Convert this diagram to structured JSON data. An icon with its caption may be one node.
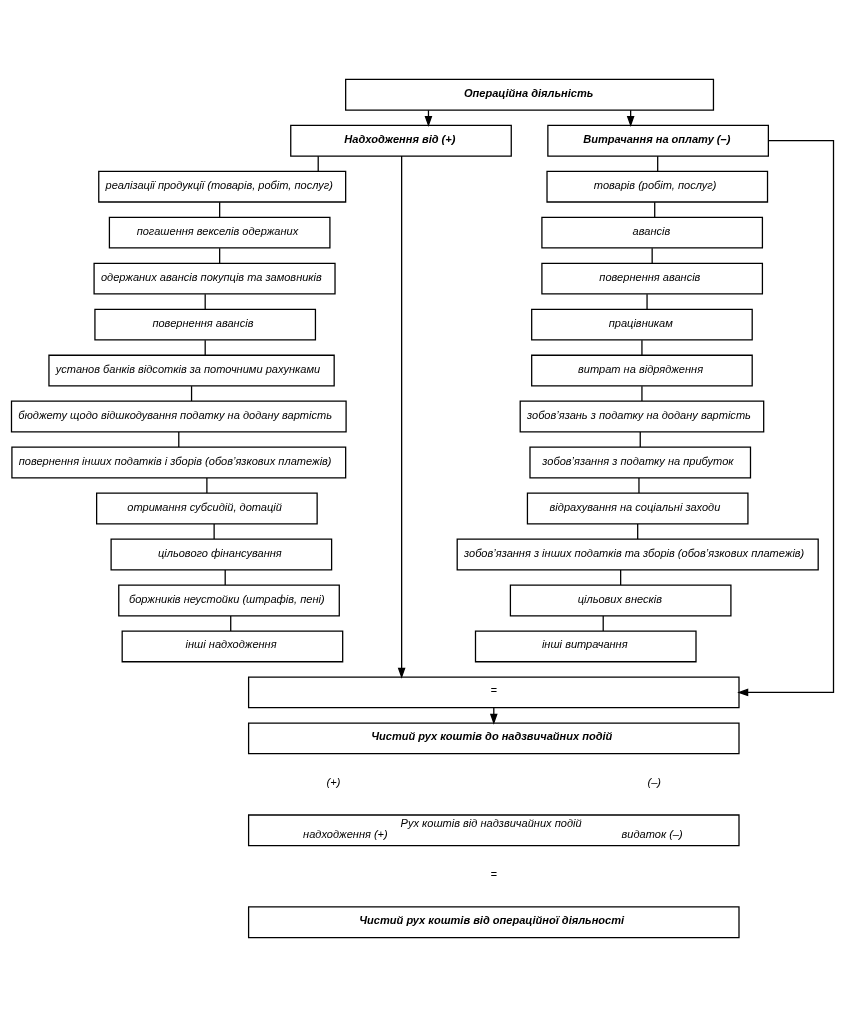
{
  "diagram": {
    "nodes": [
      {
        "text": [
          "Операційна діяльність"
        ]
      },
      {
        "text": [
          "Надходження від (+)"
        ]
      },
      {
        "text": [
          "Витрачання на оплату (–)"
        ]
      },
      {
        "text": [
          "реалізації продукції (товарів, робіт, послуг)"
        ]
      },
      {
        "text": [
          "погашення векселів одержаних"
        ]
      },
      {
        "text": [
          "одержаних авансів покупців та замовників"
        ]
      },
      {
        "text": [
          "повернення авансів"
        ]
      },
      {
        "text": [
          "установ банків відсотків за поточними рахунками"
        ]
      },
      {
        "text": [
          "бюджету щодо відшкодування податку на додану вартість"
        ]
      },
      {
        "text": [
          "повернення інших податків і зборів (обов’язкових платежів)"
        ]
      },
      {
        "text": [
          "отримання субсидій, дотацій"
        ]
      },
      {
        "text": [
          "цільового фінансування"
        ]
      },
      {
        "text": [
          "боржників неустойки (штрафів, пені)"
        ]
      },
      {
        "text": [
          "інші надходження"
        ]
      },
      {
        "text": [
          "товарів (робіт, послуг)"
        ]
      },
      {
        "text": [
          "авансів"
        ]
      },
      {
        "text": [
          "повернення авансів"
        ]
      },
      {
        "text": [
          "працівникам"
        ]
      },
      {
        "text": [
          "витрат на відрядження"
        ]
      },
      {
        "text": [
          "зобов’язань з податку на додану вартість"
        ]
      },
      {
        "text": [
          "зобов’язання з податку на прибуток"
        ]
      },
      {
        "text": [
          "відрахування на соціальні заходи"
        ]
      },
      {
        "text": [
          "зобов’язання з інших податків та зборів (обов’язкових платежів)"
        ]
      },
      {
        "text": [
          "цільових внесків"
        ]
      },
      {
        "text": [
          "інші витрачання"
        ]
      },
      {
        "text": [
          "="
        ]
      },
      {
        "text": [
          "Чистий рух коштів до надзвичайних подій"
        ]
      },
      {
        "text": [
          "Рух коштів від надзвичайних подій",
          "надходження (+)",
          "видаток (–)"
        ]
      },
      {
        "text": [
          "Чистий рух коштів від операційної діяльності"
        ]
      }
    ],
    "edges": [
      {
        "from": 0,
        "to": 1,
        "arrow": "to"
      },
      {
        "from": 0,
        "to": 2,
        "arrow": "to"
      },
      {
        "from": 1,
        "to": 3,
        "arrow": "none"
      },
      {
        "from": 3,
        "to": 4,
        "arrow": "none"
      },
      {
        "from": 4,
        "to": 5,
        "arrow": "none"
      },
      {
        "from": 5,
        "to": 6,
        "arrow": "none"
      },
      {
        "from": 6,
        "to": 7,
        "arrow": "none"
      },
      {
        "from": 7,
        "to": 8,
        "arrow": "none"
      },
      {
        "from": 8,
        "to": 9,
        "arrow": "none"
      },
      {
        "from": 9,
        "to": 10,
        "arrow": "none"
      },
      {
        "from": 10,
        "to": 11,
        "arrow": "none"
      },
      {
        "from": 11,
        "to": 12,
        "arrow": "none"
      },
      {
        "from": 12,
        "to": 13,
        "arrow": "none"
      },
      {
        "from": 2,
        "to": 14,
        "arrow": "none"
      },
      {
        "from": 14,
        "to": 15,
        "arrow": "none"
      },
      {
        "from": 15,
        "to": 16,
        "arrow": "none"
      },
      {
        "from": 16,
        "to": 17,
        "arrow": "none"
      },
      {
        "from": 17,
        "to": 18,
        "arrow": "none"
      },
      {
        "from": 18,
        "to": 19,
        "arrow": "none"
      },
      {
        "from": 19,
        "to": 20,
        "arrow": "none"
      },
      {
        "from": 20,
        "to": 21,
        "arrow": "none"
      },
      {
        "from": 21,
        "to": 22,
        "arrow": "none"
      },
      {
        "from": 22,
        "to": 23,
        "arrow": "none"
      },
      {
        "from": 23,
        "to": 24,
        "arrow": "none"
      },
      {
        "from": 1,
        "to": 25,
        "arrow": "to"
      },
      {
        "from": 2,
        "to": 25,
        "arrow": "to"
      },
      {
        "from": 25,
        "to": 26,
        "arrow": "to"
      }
    ],
    "labels": [
      "(+)",
      "(–)",
      "="
    ]
  }
}
